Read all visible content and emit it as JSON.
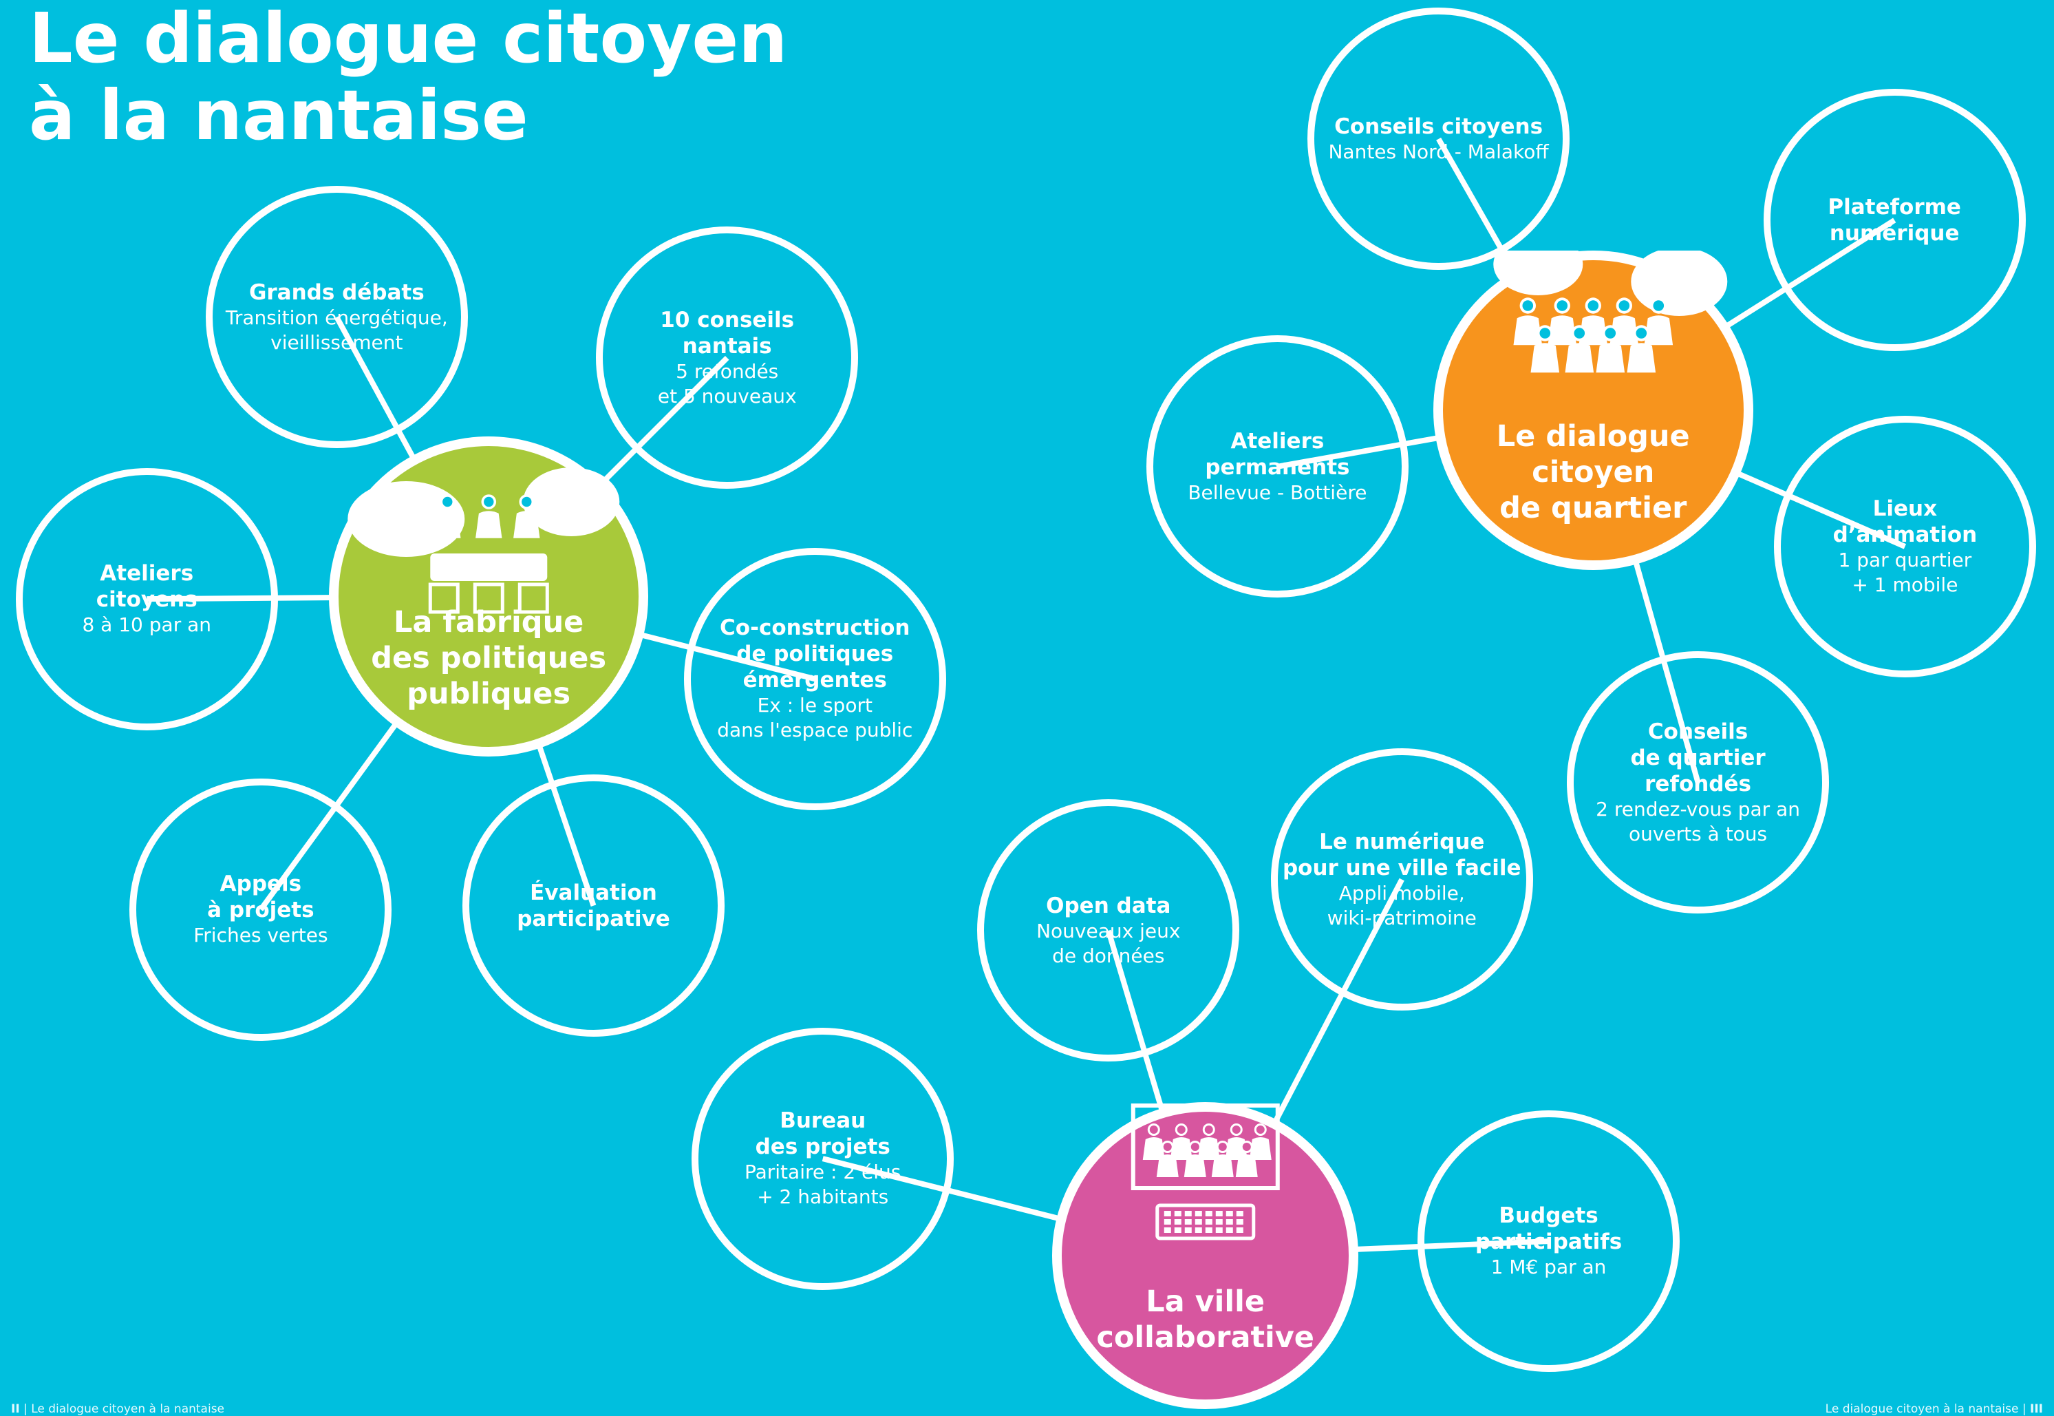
{
  "title": {
    "line1": "Le dialogue citoyen",
    "line2": "à la nantaise"
  },
  "colors": {
    "background": "#00bfde",
    "green": "#a8c93a",
    "orange": "#f7941d",
    "pink": "#d7569f",
    "white": "#ffffff"
  },
  "hubs": {
    "fabrique": {
      "title": "La fabrique\ndes politiques\npubliques",
      "icon": "meeting-table-icon"
    },
    "quartier": {
      "title": "Le dialogue\ncitoyen\nde quartier",
      "icon": "citizens-group-icon"
    },
    "ville": {
      "title": "La ville\ncollaborative",
      "icon": "group-keyboard-icon"
    }
  },
  "nodes": {
    "grands_debats": {
      "title": "Grands débats",
      "sub": "Transition énergétique,\nvieillissement"
    },
    "conseils_nantais": {
      "title": "10 conseils\nnantais",
      "sub": "5 refondés\net 5 nouveaux"
    },
    "ateliers_citoyens": {
      "title": "Ateliers\ncitoyens",
      "sub": "8 à 10 par an"
    },
    "co_construction": {
      "title": "Co-construction\nde politiques\némergentes",
      "sub": "Ex : le sport\ndans l'espace public"
    },
    "appels_projets": {
      "title": "Appels\nà projets",
      "sub": "Friches vertes"
    },
    "evaluation": {
      "title": "Évaluation\nparticipative",
      "sub": ""
    },
    "conseils_citoyens": {
      "title": "Conseils citoyens",
      "sub": "Nantes Nord - Malakoff"
    },
    "plateforme": {
      "title": "Plateforme\nnumérique",
      "sub": ""
    },
    "ateliers_permanents": {
      "title": "Ateliers\npermanents",
      "sub": "Bellevue - Bottière"
    },
    "lieux_animation": {
      "title": "Lieux\nd’animation",
      "sub": "1 par quartier\n+ 1 mobile"
    },
    "conseils_quartier": {
      "title": "Conseils\nde quartier refondés",
      "sub": "2 rendez-vous par an\nouverts à tous"
    },
    "numerique": {
      "title": "Le numérique\npour une ville facile",
      "sub": "Appli mobile,\nwiki-patrimoine"
    },
    "open_data": {
      "title": "Open data",
      "sub": "Nouveaux jeux\nde données"
    },
    "bureau_projets": {
      "title": "Bureau\ndes projets",
      "sub": "Paritaire : 2 élus\n+ 2 habitants"
    },
    "budgets": {
      "title": "Budgets\nparticipatifs",
      "sub": "1 M€ par an"
    }
  },
  "footer": {
    "left_page": "II",
    "left_text": "Le dialogue citoyen à la nantaise",
    "right_text": "Le dialogue citoyen à la nantaise",
    "right_page": "III"
  }
}
